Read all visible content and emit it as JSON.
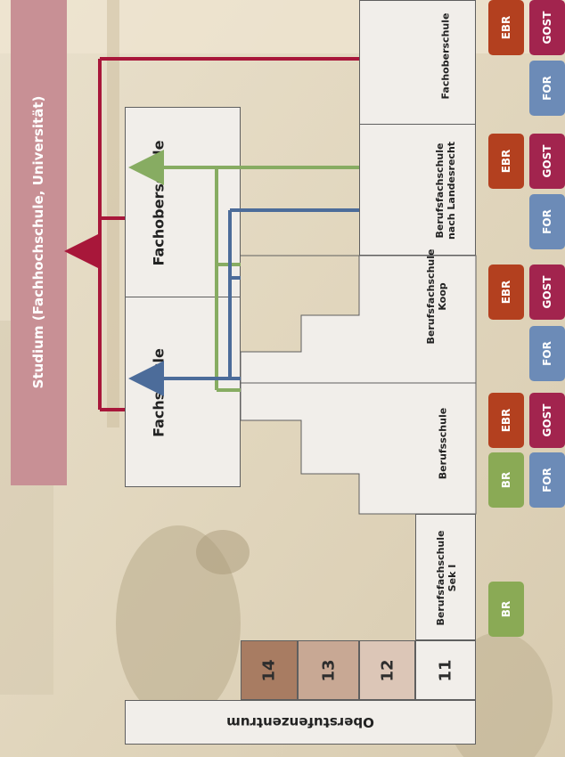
{
  "studium": "Studium (Fachhochschule, Universität)",
  "fachschule": "Fachschule",
  "fachoberschule_left": "Fachoberschule",
  "oberstufenzentrum": "Oberstufenzentrum",
  "years": [
    "14",
    "13",
    "12",
    "11"
  ],
  "schools": {
    "fos": "Fachoberschule",
    "bfs_land_1": "Berufsfachschule",
    "bfs_land_2": "nach Landesrecht",
    "bfs_koop_1": "Berufsfachschule",
    "bfs_koop_2": "Koop",
    "berufsschule": "Berufsschule",
    "bfs_sek_1": "Berufsfachschule",
    "bfs_sek_2": "Sek I"
  },
  "badges": {
    "ebr": "EBR",
    "gost": "GOST",
    "for": "FOR",
    "br": "BR"
  },
  "colors": {
    "red_line": "#a8173a",
    "green_line": "#87ac62",
    "blue_line": "#4c6c9a",
    "year_14": "#a87c62",
    "year_13": "#c8a894",
    "year_12": "#dcc6b7",
    "year_11": "#f1eeea"
  }
}
